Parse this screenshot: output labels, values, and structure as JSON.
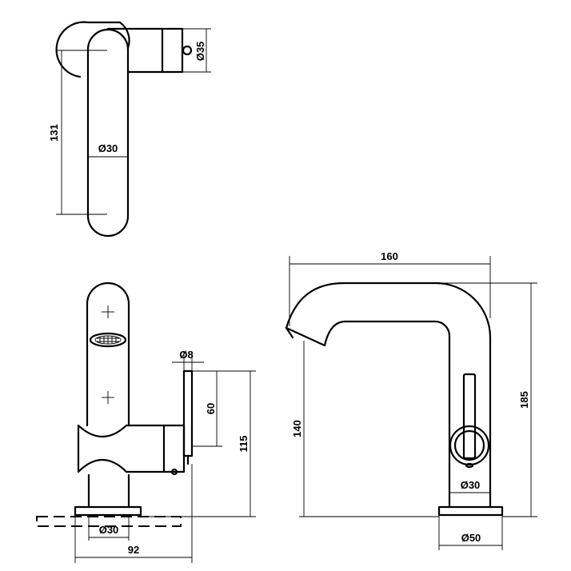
{
  "dimensions": {
    "top_view": {
      "length": "131",
      "handle_dia": "Ø30",
      "knob_dia": "Ø35"
    },
    "front_view": {
      "lever_dia": "Ø8",
      "lever_height": "60",
      "height": "115",
      "base_dia": "Ø30",
      "width": "92"
    },
    "side_view": {
      "reach": "160",
      "spout_height": "140",
      "total_height": "185",
      "body_dia": "Ø30",
      "base_dia": "Ø50"
    }
  }
}
